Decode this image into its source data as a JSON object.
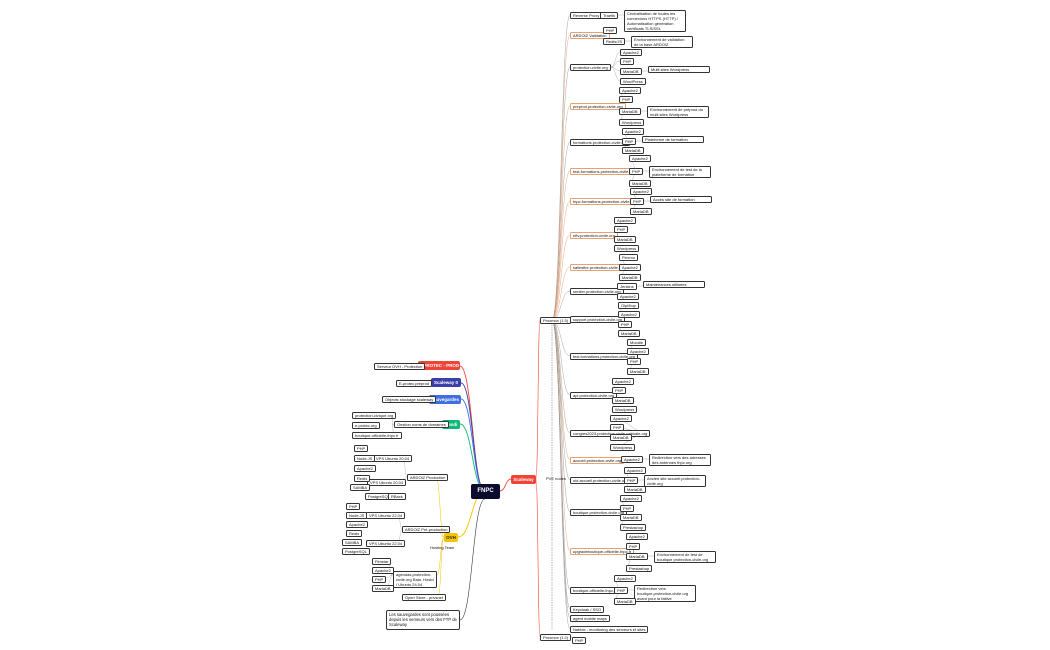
{
  "colors": {
    "red": "#f04438",
    "navy": "#3b3fa8",
    "blue": "#3f6fe0",
    "green": "#0fb87a",
    "yellow": "#f5c400",
    "dark": "#0b0b2e"
  },
  "root": {
    "label": "FNPC"
  },
  "hubs": {
    "eprotec": "E-PROTEC - PROD",
    "scaleway0": "Scaleway 0",
    "sauvegardes": "Sauvegardes",
    "gandi": "Gandi",
    "ovh": "OVH",
    "scaleway": "Scaleway"
  },
  "eprotec": {
    "server": "Serveur OVH - Protection"
  },
  "scaleway0": {
    "item": "E-protec.preprod"
  },
  "sauvegardes": {
    "item": "Objects stockage scaleway"
  },
  "gandi": {
    "domain": "Gestion noms de domaines",
    "items": [
      "protection-civique.org",
      "e-protec.org",
      "boutique-officielle-fnpc.fr"
    ]
  },
  "ovh": {
    "ardoiz_prod": "ARDOIZ Production",
    "vps1": "VPS Ubuntu 20.04",
    "vps1_items": [
      "PHP",
      "Node.JS",
      "Apache2",
      "Redis"
    ],
    "vps2": "VPS Ubuntu 20.04",
    "vps2_items": [
      "SAMBA",
      "PostgreSQL",
      "RBack"
    ],
    "ardoiz_pre": "ARDOIZ Pré-production",
    "vps3": "VPS Ubuntu 22.04",
    "vps3_items": [
      "PHP",
      "Node.JS",
      "Apache2",
      "Redis"
    ],
    "vps4": "VPS Ubuntu 22.04",
    "vps4_items": [
      "SAMBA",
      "PostgreSQL"
    ],
    "hosting": "Hosting Team",
    "agenda": "agendas.protection-civile.org Bala. Hostd / Ubuntu 24.04",
    "agenda_items": [
      "Fimstar",
      "Apache2",
      "PHP",
      "MariaDB"
    ],
    "openstore": "Open Store - privsnet"
  },
  "note": {
    "text": "Les sauvegardes sont poussées depuis les serveurs vers des FTP de Scaleway"
  },
  "scaleway": {
    "proxmox1": "Proxmox (1.5)",
    "proxmox2": "Proxmox (1.2)",
    "vm_label": "PVE nodes",
    "php2": "PHP",
    "sites": [
      {
        "name": "Reverse Proxy",
        "o": false,
        "children": [
          {
            "t": "Traefik",
            "ann": "Centralisation de toutes les connexions HTTPS (HTTP) / Automatisation génération certificats TLS/SSL"
          }
        ]
      },
      {
        "name": "ARDOIZ Validation",
        "o": true,
        "children": [
          {
            "t": "PHP"
          },
          {
            "t": "Redis/JS",
            "ann": "Environnement de validation de la base ARDOIZ"
          }
        ]
      },
      {
        "name": "protection-civile.org",
        "o": false,
        "children": [
          {
            "t": "Apache2"
          },
          {
            "t": "PHP"
          },
          {
            "t": "MariaDB",
            "ann": "Multi sites Wordpress"
          },
          {
            "t": "WordPress"
          }
        ]
      },
      {
        "name": "preprod.protection-civile.org",
        "o": true,
        "children": [
          {
            "t": "Apache2"
          },
          {
            "t": "PHP"
          },
          {
            "t": "MariaDB",
            "ann": "Environnement de préprod du multi sites Wordpress"
          },
          {
            "t": "Wordpress"
          }
        ]
      },
      {
        "name": "formations.protection-civile.org",
        "o": false,
        "children": [
          {
            "t": "Apache2"
          },
          {
            "t": "PHP",
            "ann": "Plateforme de formation"
          },
          {
            "t": "MariaDB"
          }
        ]
      },
      {
        "name": "test-formations.protection-civile.org",
        "o": true,
        "children": [
          {
            "t": "Apache2"
          },
          {
            "t": "PHP",
            "ann": "Environnement de test de la plateforme de formation"
          },
          {
            "t": "MariaDB"
          }
        ]
      },
      {
        "name": "fnpc-formations.protection-civile.org",
        "o": true,
        "children": [
          {
            "t": "Apache2"
          },
          {
            "t": "PHP",
            "ann": "Accès site de formation"
          },
          {
            "t": "MariaDB"
          }
        ]
      },
      {
        "name": "eftv.protection-civile.org",
        "o": true,
        "children": [
          {
            "t": "Apache2"
          },
          {
            "t": "PHP"
          },
          {
            "t": "MariaDB"
          },
          {
            "t": "Wordpress"
          }
        ]
      },
      {
        "name": "sallesfire.protection-civile.org",
        "o": true,
        "children": [
          {
            "t": "Flexmo"
          },
          {
            "t": "Apache2"
          },
          {
            "t": "MariaDB"
          }
        ]
      },
      {
        "name": "sentier.protection-civile.org",
        "o": false,
        "children": [
          {
            "t": "Jenkins",
            "ann": "Maintenances utilisées"
          },
          {
            "t": "Apache2"
          }
        ]
      },
      {
        "name": "support.protection-civile.org",
        "o": false,
        "children": [
          {
            "t": "Glpi/Itop"
          },
          {
            "t": "Apache2"
          },
          {
            "t": "PHP"
          },
          {
            "t": "MariaDB"
          }
        ]
      },
      {
        "name": "test.formations.protection-civile.org",
        "o": false,
        "children": [
          {
            "t": "Moodle"
          },
          {
            "t": "Apache2"
          },
          {
            "t": "PHP"
          },
          {
            "t": "MariaDB"
          }
        ]
      },
      {
        "name": "api.protection-civile.org",
        "o": false,
        "children": [
          {
            "t": "Apache2"
          },
          {
            "t": "PHP"
          },
          {
            "t": "MariaDB"
          },
          {
            "t": "Wordpress"
          }
        ]
      },
      {
        "name": "congres2023.protection-civile-natioale.org",
        "o": false,
        "children": [
          {
            "t": "Apache2"
          },
          {
            "t": "PHP"
          },
          {
            "t": "MariaDB"
          },
          {
            "t": "Wordpress"
          }
        ]
      },
      {
        "name": "accueil.protection-civile.org",
        "o": true,
        "children": [
          {
            "t": "Apache2",
            "ann": "Redirection vers des adresses des antennes fnpc.org"
          }
        ]
      },
      {
        "name": "old.accueil.protection-civile.org",
        "o": false,
        "children": [
          {
            "t": "Apache2"
          },
          {
            "t": "PHP",
            "ann": "Ancien site accueil.protection-civile.org"
          },
          {
            "t": "MariaDB"
          }
        ]
      },
      {
        "name": "boutique.protection-civile.org",
        "o": false,
        "children": [
          {
            "t": "Apache2"
          },
          {
            "t": "PHP"
          },
          {
            "t": "MariaDB"
          },
          {
            "t": "Prestashop"
          }
        ]
      },
      {
        "name": "upgradeboutique-officielle-fnpc.fr",
        "o": true,
        "children": [
          {
            "t": "Apache2"
          },
          {
            "t": "PHP"
          },
          {
            "t": "MariaDB",
            "ann": "Environnement de test de boutique protection-civile.org"
          },
          {
            "t": "Prestashop"
          }
        ]
      },
      {
        "name": "boutique-officielle-fnpc.fr",
        "o": false,
        "children": [
          {
            "t": "Apache2"
          },
          {
            "t": "PHP",
            "ann": "Redirection vers boutique.protection-civile.org avant pour la faitive"
          },
          {
            "t": "MariaDB"
          }
        ]
      }
    ],
    "tail": [
      "Keycloak / SSO",
      "agent mobile maps",
      "Nabbix - monitoring des serveurs et sites"
    ]
  }
}
